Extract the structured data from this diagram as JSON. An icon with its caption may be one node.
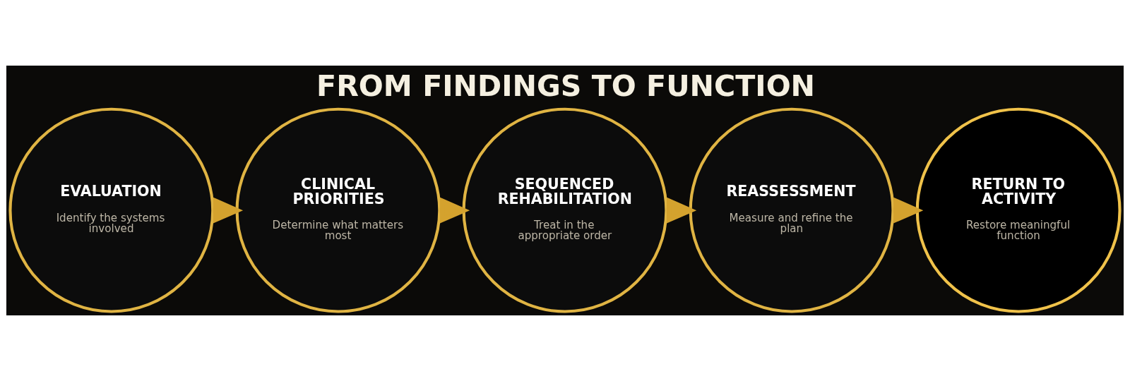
{
  "diagram": {
    "title": "FROM FINDINGS TO FUNCTION",
    "nodes": [
      {
        "text": [
          "EVALUATION",
          "Identify the systems involved"
        ]
      },
      {
        "text": [
          "CLINICAL PRIORITIES",
          "Determine what matters most"
        ]
      },
      {
        "text": [
          "SEQUENCED REHABILITATION",
          "Treat in the appropriate order"
        ]
      },
      {
        "text": [
          "REASSESSMENT",
          "Measure and refine the plan"
        ]
      },
      {
        "text": [
          "RETURN TO ACTIVITY",
          "Restore meaningful function"
        ]
      }
    ],
    "edges": [
      {
        "from": 0,
        "to": 1,
        "arrow": "to"
      },
      {
        "from": 1,
        "to": 2,
        "arrow": "to"
      },
      {
        "from": 2,
        "to": 3,
        "arrow": "to"
      },
      {
        "from": 3,
        "to": 4,
        "arrow": "to"
      }
    ]
  }
}
